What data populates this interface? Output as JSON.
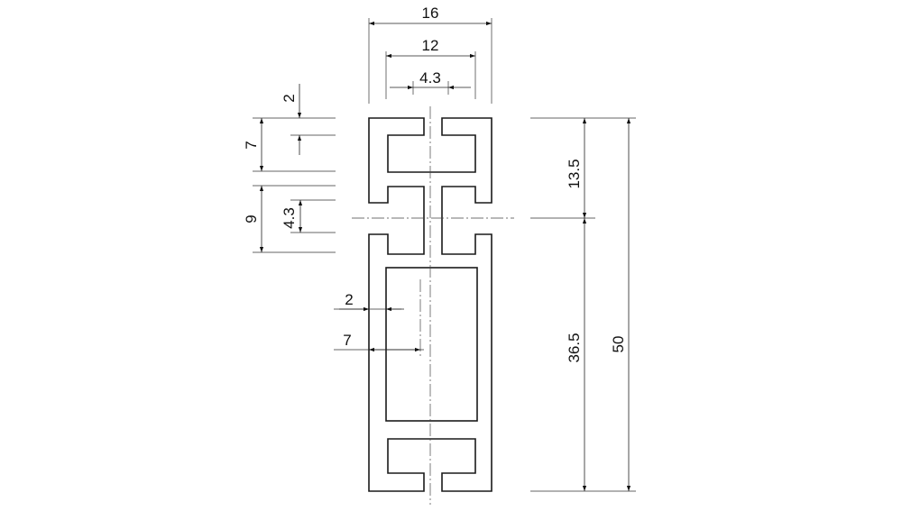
{
  "dimensions": {
    "overall_width": "16",
    "inner_width": "12",
    "slot_width_top": "4.3",
    "lip_thickness": "2",
    "top_slot_depth": "7",
    "middle_slot_height": "9",
    "middle_slot_opening": "4.3",
    "upper_section": "13.5",
    "lower_section": "36.5",
    "overall_height": "50",
    "wall_thickness": "2",
    "half_width": "7"
  }
}
